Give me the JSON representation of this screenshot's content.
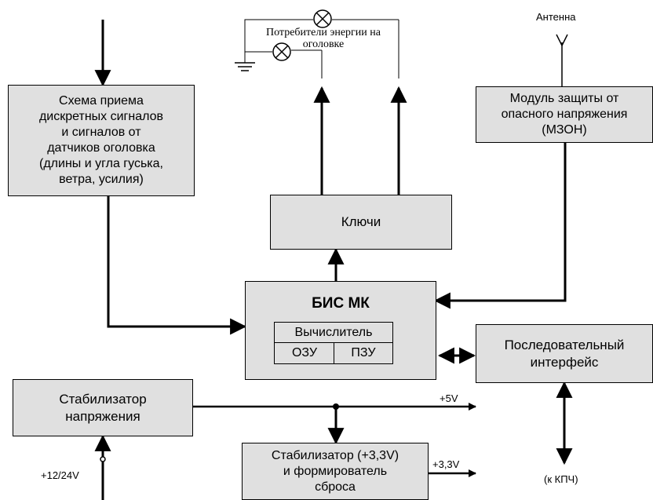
{
  "blocks": {
    "signal_receiver": "Схема приема\nдискретных сигналов\nи сигналов от\nдатчиков оголовка\n(длины и угла гуська,\nветра, усилия)",
    "protection_module": "Модуль защиты от\nопасного напряжения\n(МЗОН)",
    "switches": "Ключи",
    "mcu_title": "БИС МК",
    "calculator": "Вычислитель",
    "ram": "ОЗУ",
    "rom": "ПЗУ",
    "serial_interface": "Последовательный\nинтерфейс",
    "voltage_stabilizer": "Стабилизатор\nнапряжения",
    "stabilizer_33": "Стабилизатор (+3,3V)\nи формирователь\nсброса"
  },
  "labels": {
    "antenna": "Антенна",
    "consumers": "Потребители энергии на\nоголовке",
    "plus5v": "+5V",
    "plus33v": "+3,3V",
    "power_in": "+12/24V",
    "to_kpch": "(к КПЧ)"
  }
}
